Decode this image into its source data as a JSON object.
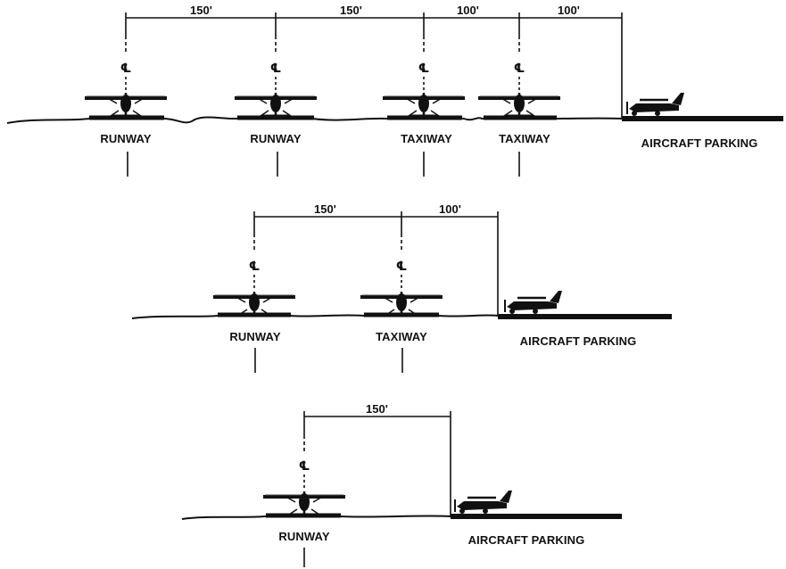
{
  "diagram_1": {
    "dimensions": [
      "150'",
      "150'",
      "100'",
      "100'"
    ],
    "surfaces": [
      "RUNWAY",
      "RUNWAY",
      "TAXIWAY",
      "TAXIWAY"
    ],
    "parking_label": "AIRCRAFT PARKING"
  },
  "diagram_2": {
    "dimensions": [
      "150'",
      "100'"
    ],
    "surfaces": [
      "RUNWAY",
      "TAXIWAY"
    ],
    "parking_label": "AIRCRAFT PARKING"
  },
  "diagram_3": {
    "dimensions": [
      "150'"
    ],
    "surfaces": [
      "RUNWAY"
    ],
    "parking_label": "AIRCRAFT PARKING"
  },
  "centerline_symbol": "℄",
  "icons": {
    "plane_top": "airplane-top-view-icon",
    "plane_side": "airplane-side-view-icon"
  },
  "colors": {
    "ink": "#111111",
    "background": "#ffffff"
  }
}
